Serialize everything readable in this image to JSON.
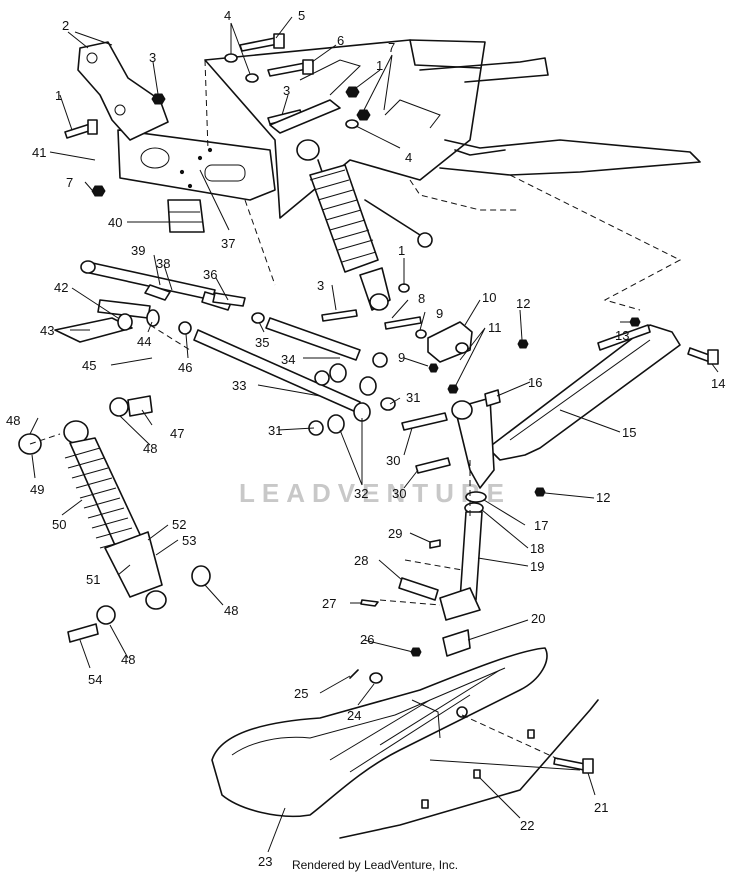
{
  "callouts": [
    "1",
    "2",
    "3",
    "4",
    "5",
    "6",
    "7",
    "8",
    "9",
    "10",
    "11",
    "12",
    "13",
    "14",
    "15",
    "16",
    "17",
    "18",
    "19",
    "20",
    "21",
    "22",
    "23",
    "24",
    "25",
    "26",
    "27",
    "28",
    "29",
    "30",
    "31",
    "32",
    "33",
    "34",
    "35",
    "36",
    "37",
    "38",
    "39",
    "40",
    "41",
    "42",
    "43",
    "44",
    "45",
    "46",
    "47",
    "48",
    "49",
    "50",
    "51",
    "52",
    "53",
    "54"
  ],
  "watermark": "LEADVENTURE",
  "footer": "Rendered by LeadVenture, Inc."
}
